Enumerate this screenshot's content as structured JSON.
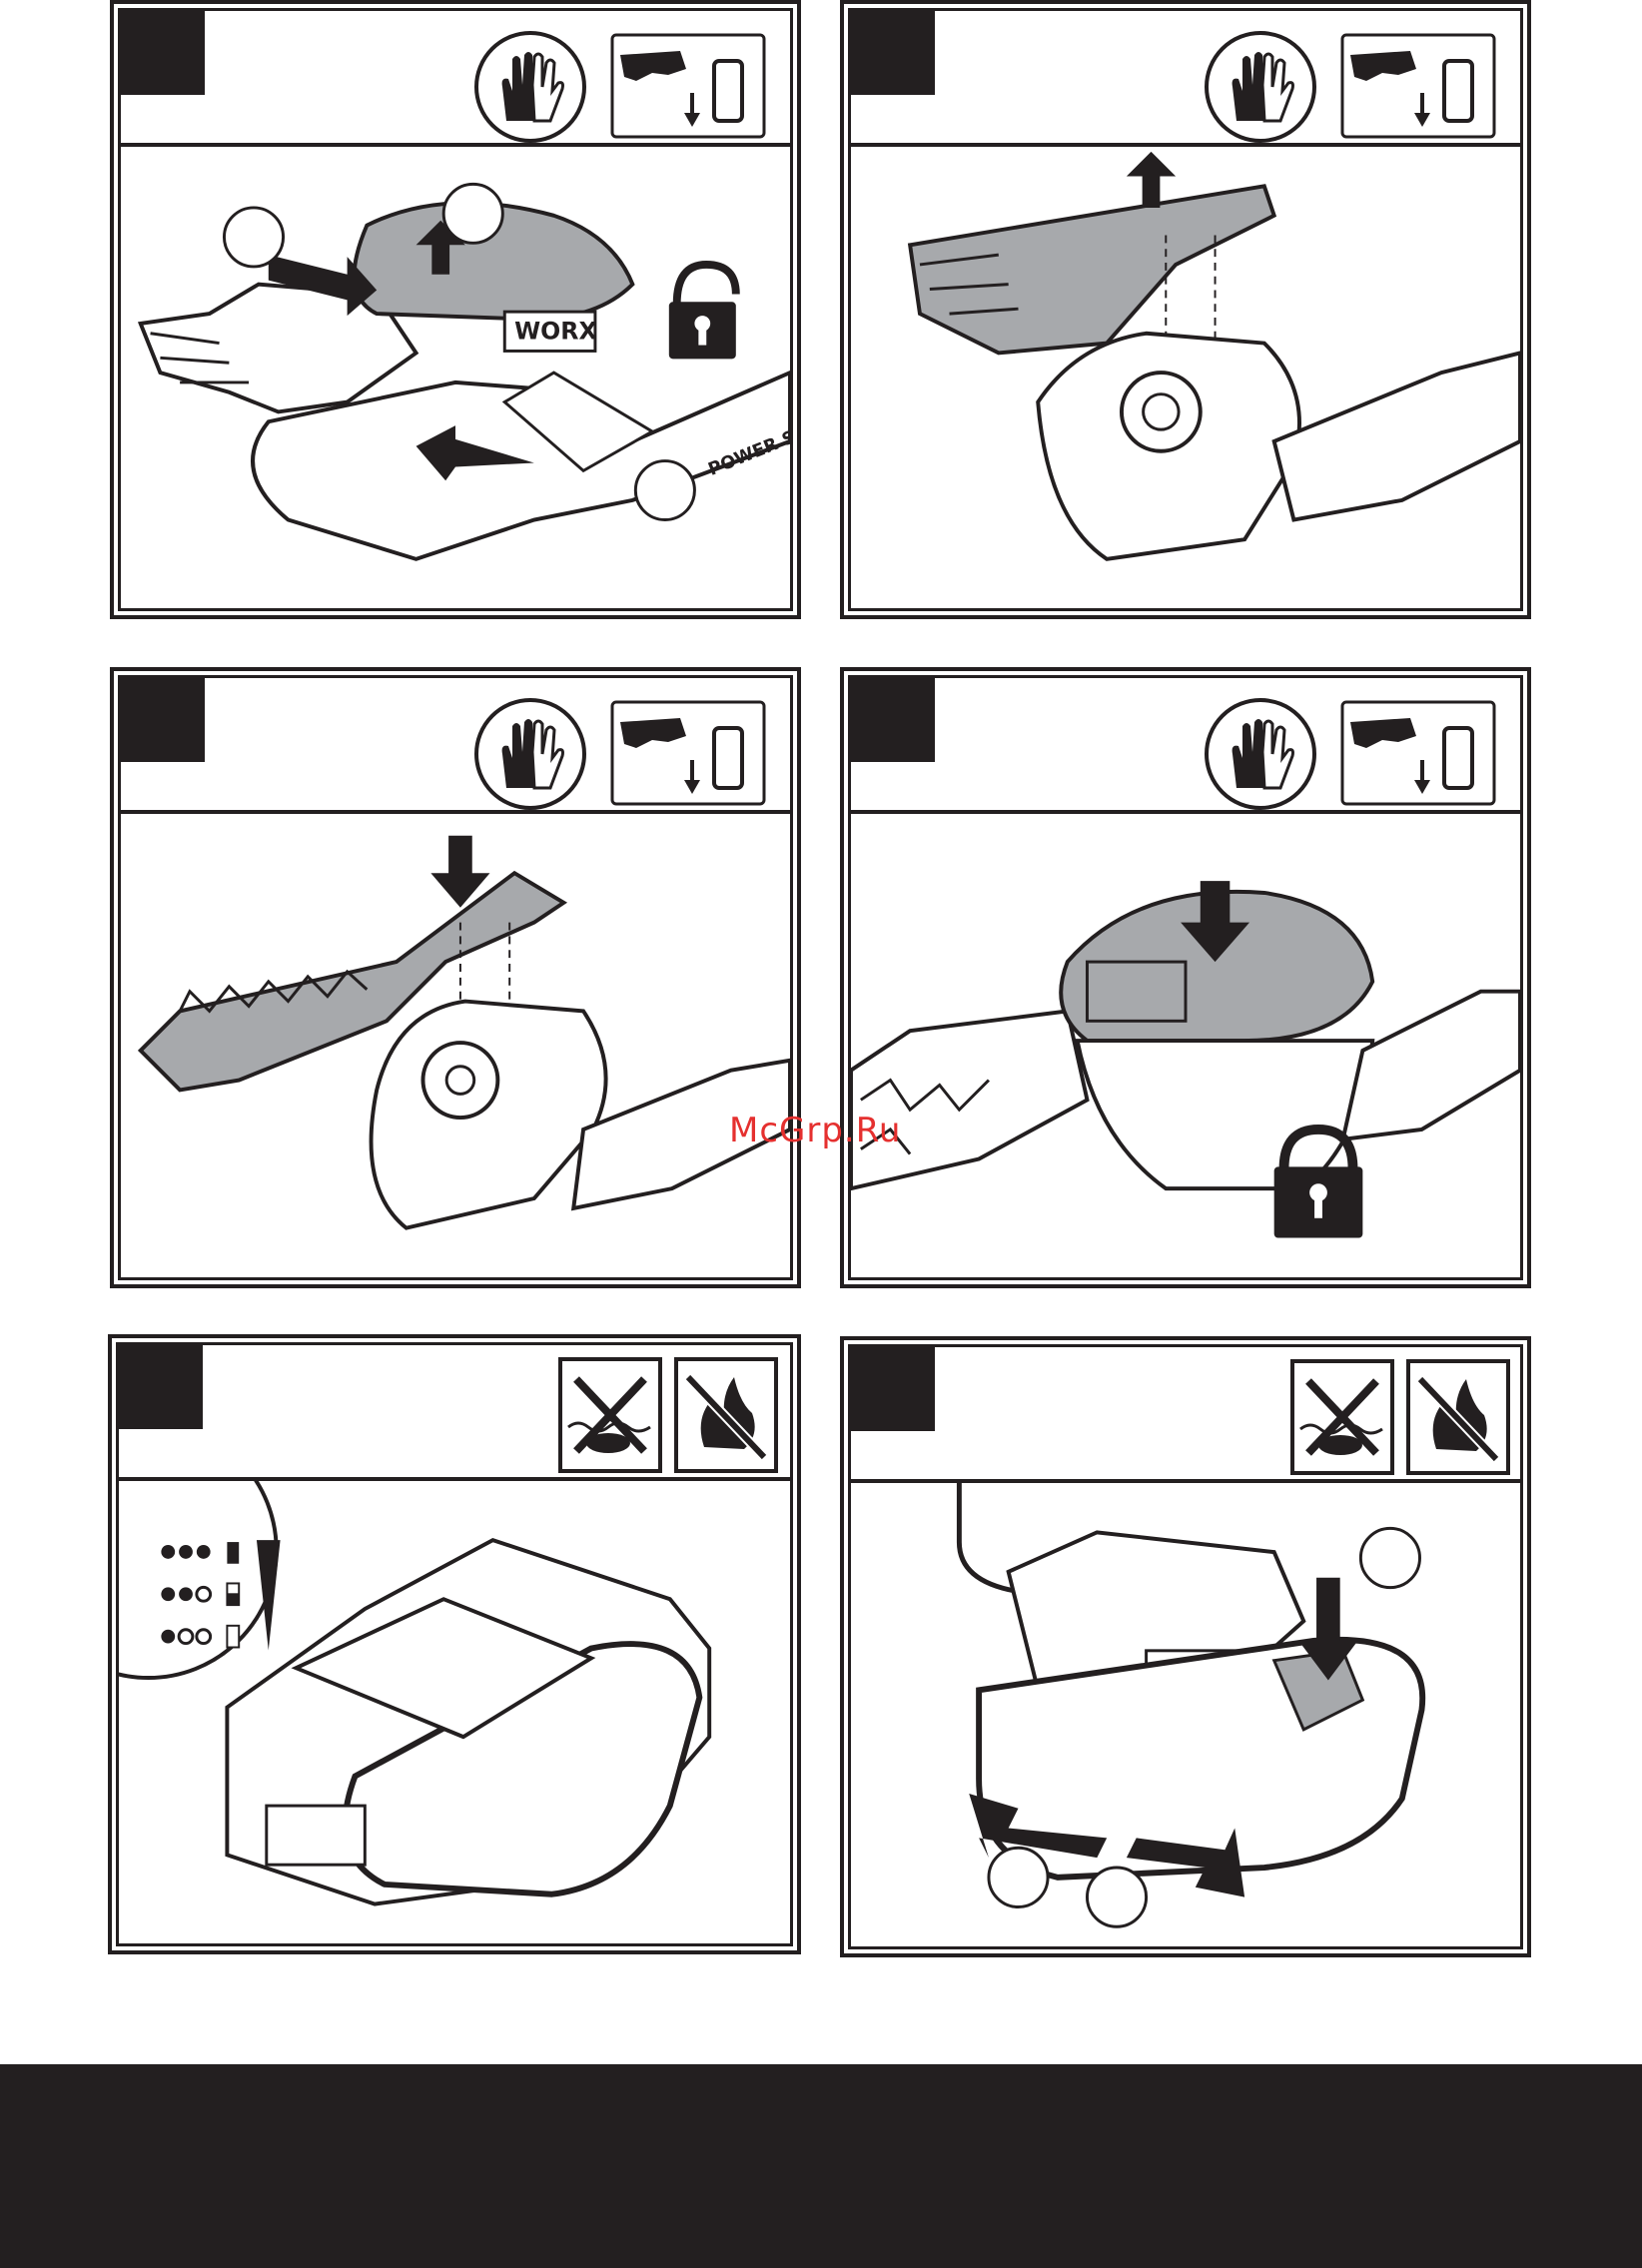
{
  "watermark": "McGrp.Ru",
  "panels": [
    {
      "id": "1",
      "step": "",
      "logo": "WORX",
      "logo_text": "POWER SHARE",
      "header_icons": [
        "gloves-icon",
        "battery-removed-icon"
      ],
      "scene": "blade-cover-release",
      "callouts": [
        "",
        "",
        ""
      ],
      "status_icon": "unlocked-padlock-icon"
    },
    {
      "id": "2",
      "step": "",
      "header_icons": [
        "gloves-icon",
        "battery-removed-icon"
      ],
      "scene": "blade-removal"
    },
    {
      "id": "3",
      "step": "",
      "header_icons": [
        "gloves-icon",
        "battery-removed-icon"
      ],
      "scene": "hedge-blade-fitting"
    },
    {
      "id": "4",
      "step": "",
      "header_icons": [
        "gloves-icon",
        "battery-removed-icon"
      ],
      "scene": "cover-refit",
      "status_icon": "locked-padlock-icon"
    },
    {
      "id": "5",
      "step": "",
      "header_icons": [
        "no-water-disposal-icon",
        "no-fire-disposal-icon"
      ],
      "scene": "battery-charge-level",
      "charge_levels": [
        "full",
        "medium",
        "low"
      ]
    },
    {
      "id": "6",
      "step": "",
      "header_icons": [
        "no-water-disposal-icon",
        "no-fire-disposal-icon"
      ],
      "scene": "battery-charger",
      "callouts": [
        "",
        "",
        ""
      ]
    }
  ],
  "colors": {
    "ink": "#231f20",
    "grey": "#a7a9ac",
    "watermark": "#e5302f"
  }
}
